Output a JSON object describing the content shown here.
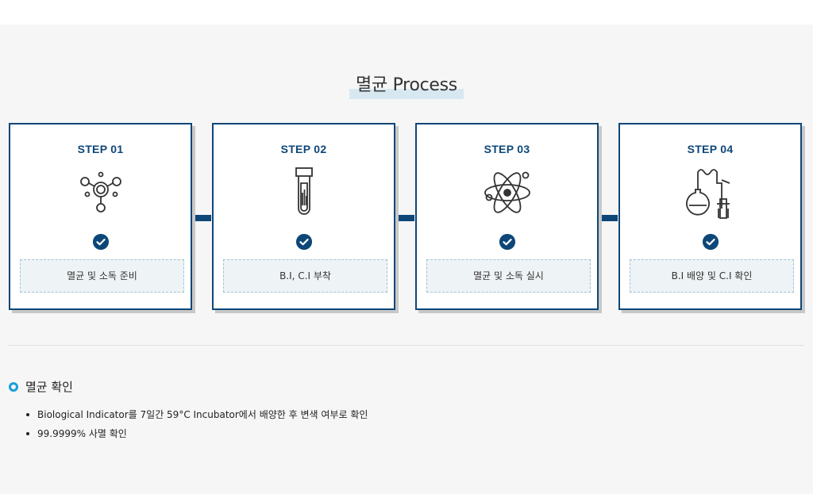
{
  "section": {
    "title": "멸균 Process"
  },
  "steps": [
    {
      "label": "STEP 01",
      "icon": "molecule-icon",
      "description": "멸균 및 소독 준비"
    },
    {
      "label": "STEP 02",
      "icon": "test-tube-icon",
      "description": "B.I, C.I 부착"
    },
    {
      "label": "STEP 03",
      "icon": "atom-icon",
      "description": "멸균 및 소독 실시"
    },
    {
      "label": "STEP 04",
      "icon": "flask-icon",
      "description": "B.I 배양 및 C.I 확인"
    }
  ],
  "check_icon": "check-circle-icon",
  "colors": {
    "primary": "#0d4778",
    "accent": "#1aa0d9",
    "highlight": "#d7e8f1",
    "desc_bg": "#eef3f5",
    "background": "#f6f6f6"
  },
  "confirm": {
    "heading": "멸균 확인",
    "bullets": [
      "Biological Indicator를 7일간 59°C Incubator에서 배양한 후 변색 여부로 확인",
      "99.9999% 사멸 확인"
    ]
  }
}
